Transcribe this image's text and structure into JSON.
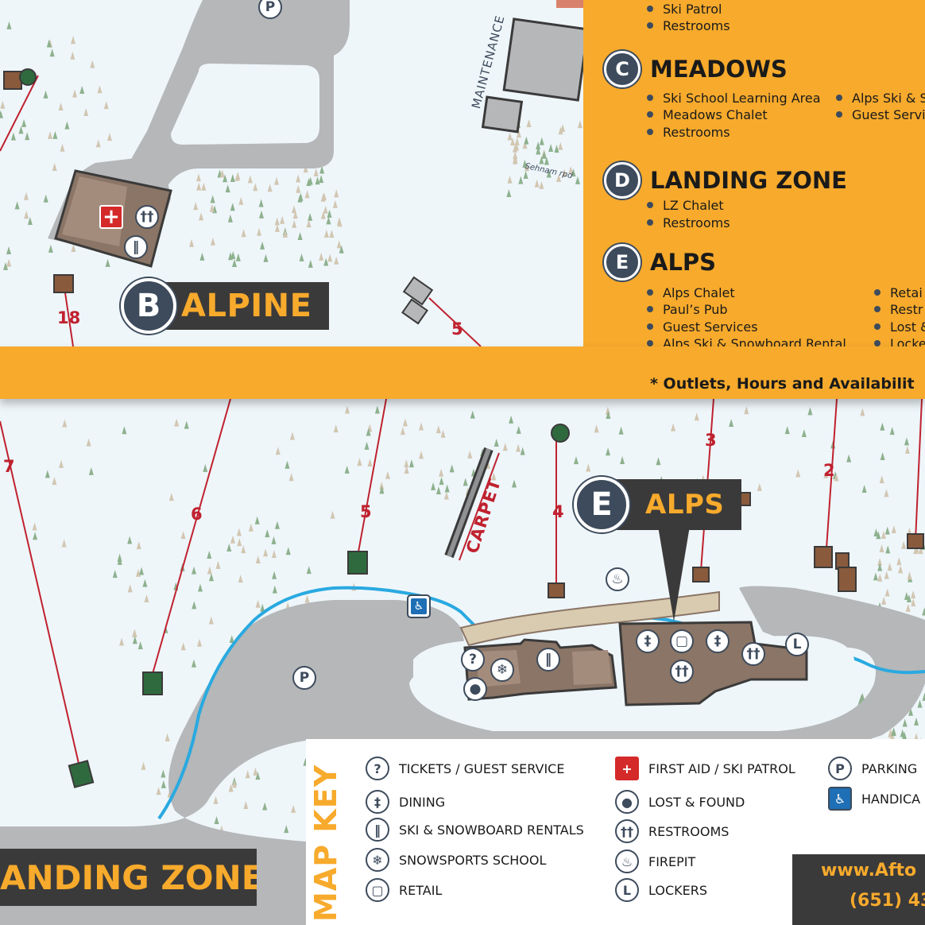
{
  "zones": {
    "b": {
      "letter": "B",
      "name": "ALPINE"
    },
    "e": {
      "letter": "E",
      "name": "ALPS"
    },
    "d": {
      "name": "ANDING ZONE"
    }
  },
  "map_labels": {
    "maintenance": "MAINTENANCE",
    "carpet": "CARPET",
    "signature": "Sehnam rpd",
    "parking_top": "P",
    "parking_bottom": "P"
  },
  "lifts": [
    "18",
    "5",
    "7",
    "6",
    "5",
    "4",
    "3",
    "2"
  ],
  "info_panel": {
    "top_items": [
      "Ski Patrol",
      "Restrooms"
    ],
    "sections": [
      {
        "letter": "C",
        "title": "MEADOWS",
        "col1": [
          "Ski School Learning Area",
          "Meadows Chalet",
          "Restrooms"
        ],
        "col2": [
          "Alps Ski & S",
          "Guest Servic"
        ]
      },
      {
        "letter": "D",
        "title": "LANDING ZONE",
        "col1": [
          "LZ Chalet",
          "Restrooms"
        ],
        "col2": []
      },
      {
        "letter": "E",
        "title": "ALPS",
        "col1": [
          "Alps Chalet",
          "Paul’s Pub",
          "Guest Services",
          "Alps Ski & Snowboard Rental"
        ],
        "col2": [
          "Retai",
          "Restr",
          "Lost &",
          "Locke"
        ]
      }
    ],
    "footnote": "* Outlets, Hours and Availabilit"
  },
  "map_key": {
    "title": "MAP KEY",
    "col1": [
      {
        "icon": "question-icon",
        "glyph": "?",
        "label": "TICKETS / GUEST SERVICE"
      },
      {
        "icon": "dining-icon",
        "glyph": "‡",
        "label": "DINING"
      },
      {
        "icon": "ski-rental-icon",
        "glyph": "‖",
        "label": "SKI & SNOWBOARD RENTALS"
      },
      {
        "icon": "snowflake-icon",
        "glyph": "❄",
        "label": "SNOWSPORTS SCHOOL"
      },
      {
        "icon": "retail-bag-icon",
        "glyph": "▢",
        "label": "RETAIL"
      }
    ],
    "col2": [
      {
        "icon": "first-aid-icon",
        "glyph": "+",
        "label": "FIRST AID / SKI PATROL"
      },
      {
        "icon": "lost-found-icon",
        "glyph": "●",
        "label": "LOST & FOUND"
      },
      {
        "icon": "restrooms-icon",
        "glyph": "††",
        "label": "RESTROOMS"
      },
      {
        "icon": "firepit-icon",
        "glyph": "♨",
        "label": "FIREPIT"
      },
      {
        "icon": "lockers-icon",
        "glyph": "L",
        "label": "LOCKERS"
      }
    ],
    "col3": [
      {
        "icon": "parking-icon",
        "glyph": "P",
        "label": "PARKING"
      },
      {
        "icon": "handicap-icon",
        "glyph": "♿",
        "label": "HANDICA"
      }
    ]
  },
  "website": {
    "url": "www.Afto",
    "phone": "(651) 43"
  },
  "colors": {
    "orange": "#f7aa2c",
    "dark": "#3b3a3a",
    "navy": "#3d4b5c",
    "red": "#c0212f",
    "river": "#29a9e0",
    "road": "#b5b7b9",
    "snow": "#eef6fa"
  }
}
